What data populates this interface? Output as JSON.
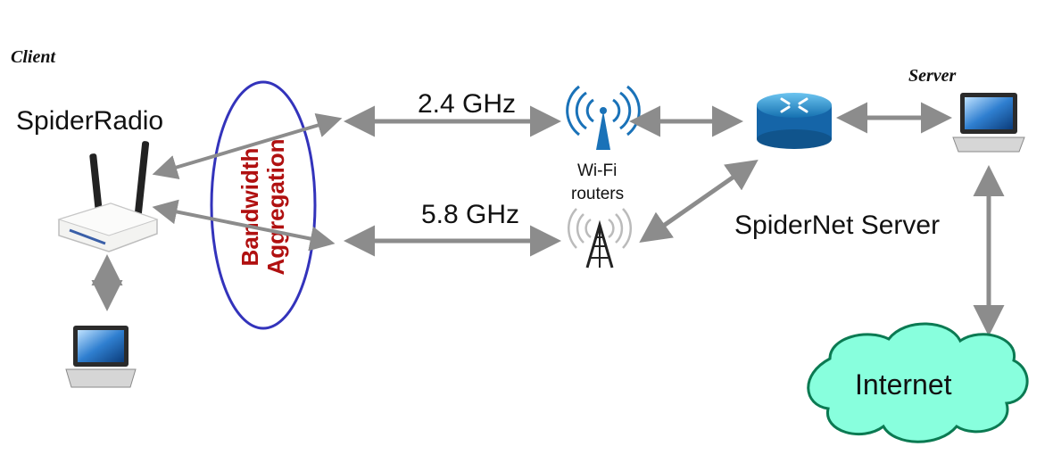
{
  "labels": {
    "client": "Client",
    "server": "Server",
    "spiderradio": "SpiderRadio",
    "bandwidth": "Bandwidth",
    "aggregation": "Aggregation",
    "freq_24": "2.4 GHz",
    "freq_58": "5.8 GHz",
    "wifi": "Wi-Fi",
    "routers": "routers",
    "spidernet_server": "SpiderNet Server",
    "internet": "Internet"
  },
  "colors": {
    "arrow": "#8c8c8c",
    "ellipse": "#3333bb",
    "aggregation_text": "#b01010",
    "cloud_fill": "#88ffdd",
    "cloud_stroke": "#0b7a52",
    "router_blue": "#1f8fd0",
    "wifi_blue": "#1a72b8"
  },
  "icons": [
    "wifi-router-icon",
    "laptop-icon",
    "wifi-tower-icon",
    "cell-tower-icon",
    "network-router-icon",
    "cloud-icon"
  ]
}
